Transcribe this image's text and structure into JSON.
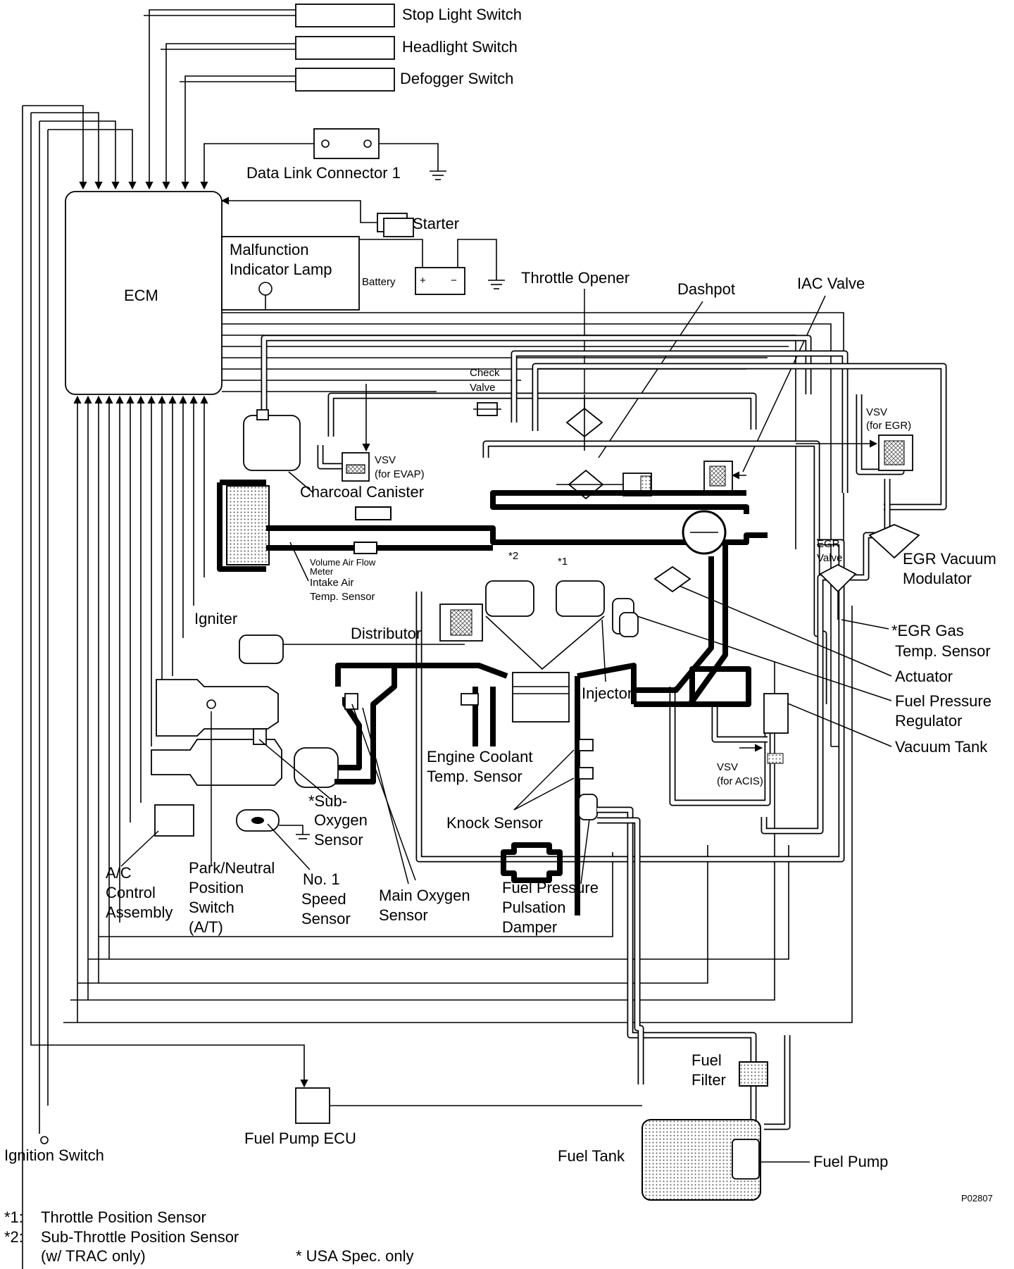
{
  "labels": {
    "stop_light_switch": "Stop Light Switch",
    "headlight_switch": "Headlight Switch",
    "defogger_switch": "Defogger Switch",
    "data_link_connector": "Data Link Connector 1",
    "ecm": "ECM",
    "starter": "Starter",
    "malfunction_1": "Malfunction",
    "malfunction_2": "Indicator Lamp",
    "battery": "Battery",
    "throttle_opener": "Throttle Opener",
    "dashpot": "Dashpot",
    "iac_valve": "IAC Valve",
    "check_valve_1": "Check",
    "check_valve_2": "Valve",
    "vsv_evap_1": "VSV",
    "vsv_evap_2": "(for EVAP)",
    "charcoal_canister": "Charcoal Canister",
    "vsv_egr_1": "VSV",
    "vsv_egr_2": "(for EGR)",
    "egr_valve_1": "EGR",
    "egr_valve_2": "Valve",
    "egr_vacuum_modulator_1": "EGR Vacuum",
    "egr_vacuum_modulator_2": "Modulator",
    "volume_air_flow_1": "Volume Air Flow",
    "volume_air_flow_2": "Meter",
    "intake_air_temp_1": "Intake Air",
    "intake_air_temp_2": "Temp. Sensor",
    "star2": "*2",
    "star1": "*1",
    "igniter": "Igniter",
    "distributor": "Distributor",
    "egr_gas_temp_1": "*EGR Gas",
    "egr_gas_temp_2": "Temp. Sensor",
    "actuator": "Actuator",
    "fuel_pressure_regulator_1": "Fuel Pressure",
    "fuel_pressure_regulator_2": "Regulator",
    "vacuum_tank": "Vacuum Tank",
    "injector": "Injector",
    "engine_coolant_1": "Engine Coolant",
    "engine_coolant_2": "Temp. Sensor",
    "vsv_acis_1": "VSV",
    "vsv_acis_2": "(for ACIS)",
    "sub_oxygen_1": "*Sub-",
    "sub_oxygen_2": "Oxygen",
    "sub_oxygen_3": "Sensor",
    "knock_sensor": "Knock Sensor",
    "ac_control_1": "A/C",
    "ac_control_2": "Control",
    "ac_control_3": "Assembly",
    "park_neutral_1": "Park/Neutral",
    "park_neutral_2": "Position",
    "park_neutral_3": "Switch",
    "park_neutral_4": "(A/T)",
    "speed_sensor_1": "No. 1",
    "speed_sensor_2": "Speed",
    "speed_sensor_3": "Sensor",
    "main_oxygen_1": "Main Oxygen",
    "main_oxygen_2": "Sensor",
    "fuel_pulsation_1": "Fuel Pressure",
    "fuel_pulsation_2": "Pulsation",
    "fuel_pulsation_3": "Damper",
    "fuel_filter_1": "Fuel",
    "fuel_filter_2": "Filter",
    "fuel_pump_ecu": "Fuel Pump ECU",
    "ignition_switch": "Ignition Switch",
    "fuel_tank": "Fuel Tank",
    "fuel_pump": "Fuel Pump",
    "figure_code": "P02807"
  },
  "footnotes": {
    "n1_mark": "*1:",
    "n1_text": "Throttle Position Sensor",
    "n2_mark": "*2:",
    "n2_text": "Sub-Throttle Position Sensor",
    "n2_text_b": "(w/ TRAC only)",
    "usa": "* USA Spec. only"
  }
}
